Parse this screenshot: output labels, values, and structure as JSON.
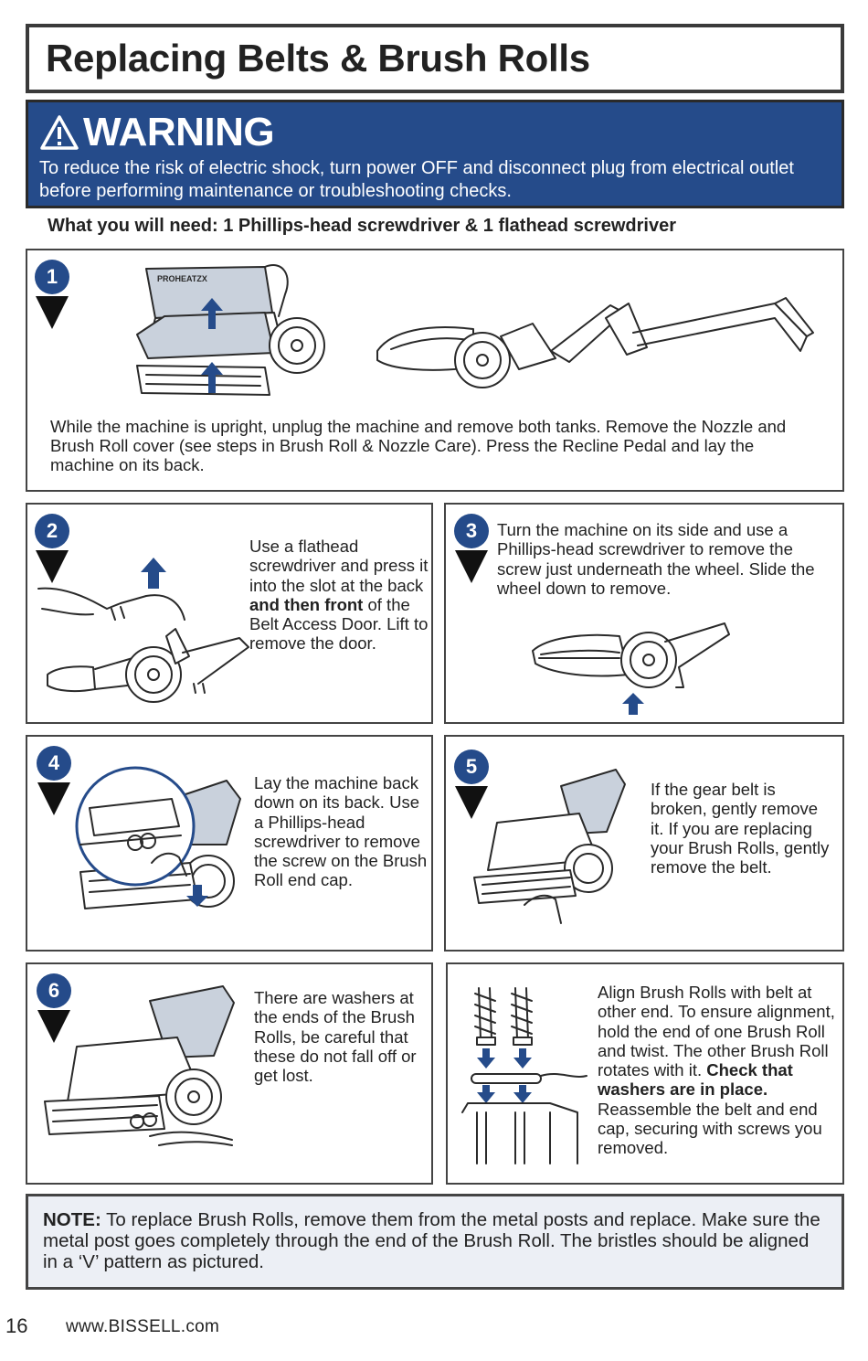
{
  "title": "Replacing Belts & Brush Rolls",
  "warning": {
    "heading": "WARNING",
    "text": "To reduce the risk of electric shock, turn power OFF and disconnect plug from electrical outlet before performing maintenance or troubleshooting checks."
  },
  "tools_needed": "What you will need: 1 Phillips-head screwdriver & 1 flathead screwdriver",
  "steps": [
    {
      "number": "1",
      "text": "While the machine is upright, unplug the machine and remove both tanks. Remove the Nozzle and Brush Roll cover (see steps in Brush Roll & Nozzle Care). Press the Recline Pedal and lay the machine on its back."
    },
    {
      "number": "2",
      "text_a": "Use a flathead screwdriver and press it into the slot at the back ",
      "text_bold": "and then front",
      "text_b": " of the Belt Access Door. Lift to remove the door."
    },
    {
      "number": "3",
      "text": "Turn the machine on its side and use a Phillips-head screwdriver to remove the screw just underneath the wheel. Slide the wheel down to remove."
    },
    {
      "number": "4",
      "text": "Lay the machine back down on its back. Use a Phillips-head screwdriver to remove the screw on the Brush Roll end cap."
    },
    {
      "number": "5",
      "text": "If the gear belt is broken, gently remove it. If you are replacing your Brush Rolls, gently remove the belt."
    },
    {
      "number": "6",
      "text": "There are washers at the ends of the Brush Rolls, be careful that these do not fall off or get lost."
    },
    {
      "number": "",
      "text_a": "Align Brush Rolls with belt at other end. To ensure alignment, hold the end of one Brush Roll and twist. The other Brush Roll rotates with it. ",
      "text_bold": "Check that washers are in place.",
      "text_b": " Reassemble the belt and end cap, securing with screws you removed."
    }
  ],
  "illustration_text": {
    "product_label": "PROHEATZX"
  },
  "note": {
    "label": "NOTE:",
    "text": " To replace Brush Rolls, remove them from the metal posts and replace. Make sure the metal post goes completely through the end of the Brush Roll. The bristles should be aligned in a ‘V’ pattern as pictured."
  },
  "footer": {
    "page_number": "16",
    "url": "www.BISSELL.com"
  },
  "colors": {
    "brand_blue": "#254b8a",
    "note_bg": "#eceff5",
    "border": "#444444"
  },
  "icons": [
    "warning-triangle-icon",
    "step-pointer-icon",
    "up-arrow-icon",
    "down-arrow-icon"
  ]
}
